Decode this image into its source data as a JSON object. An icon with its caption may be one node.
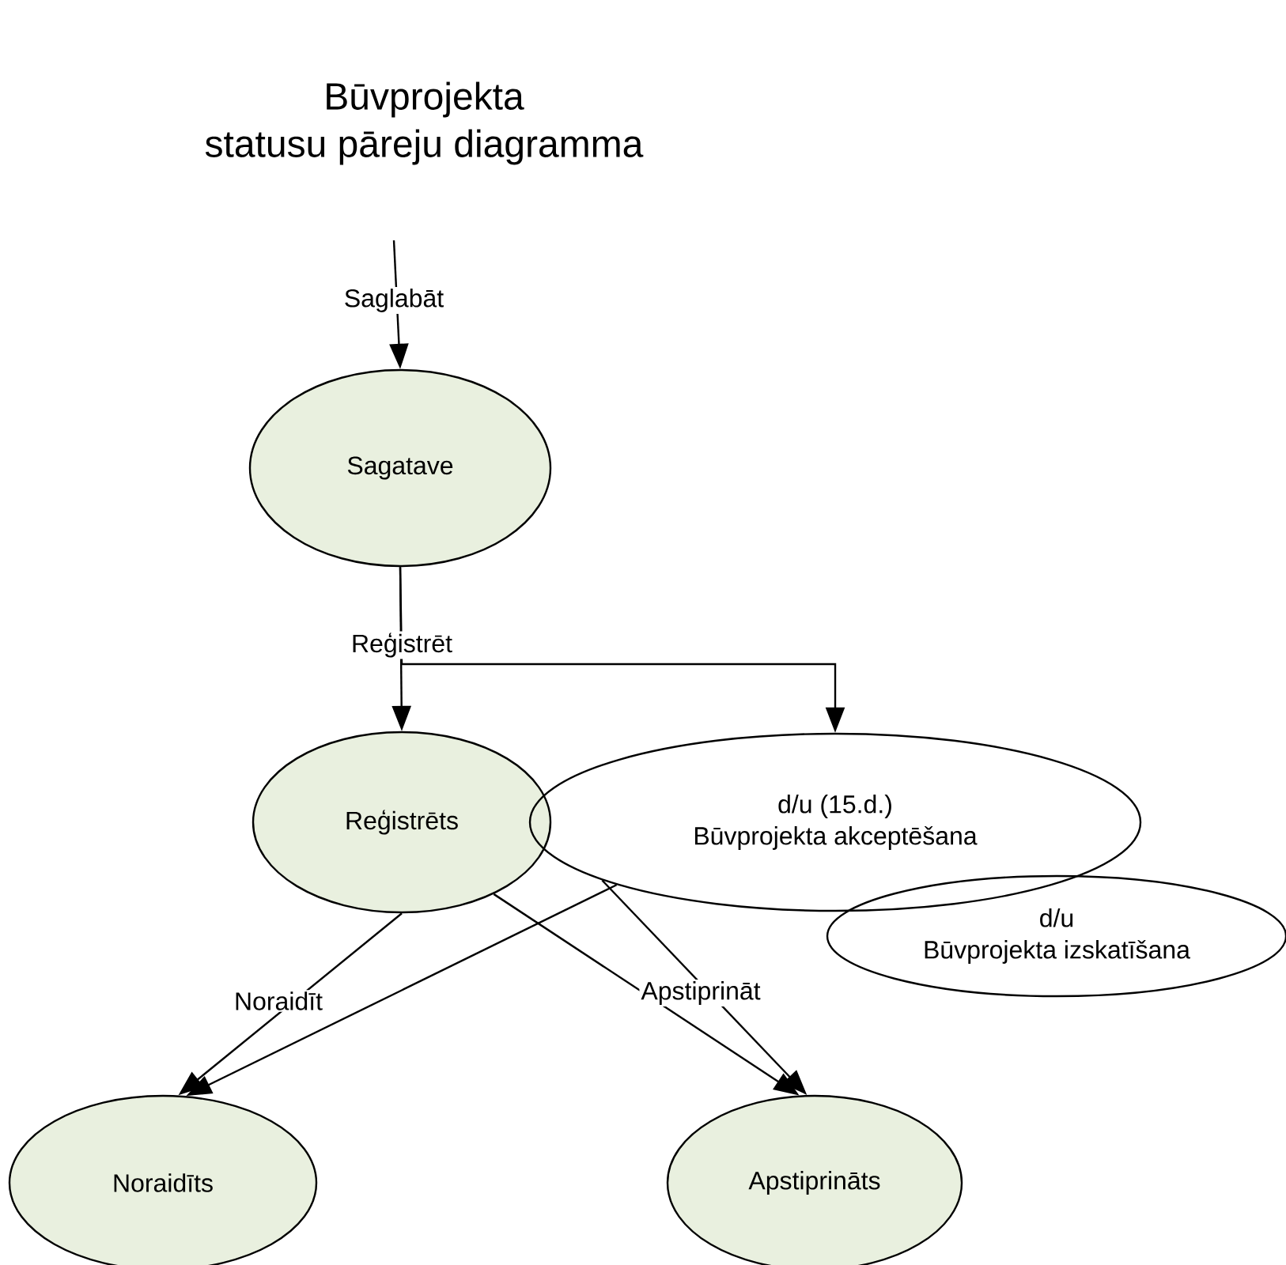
{
  "diagram": {
    "title": "Būvprojekta statusu pāreju diagramma",
    "nodes": [
      {
        "text": [
          "Sagatave"
        ]
      },
      {
        "text": [
          "Reģistrēts"
        ]
      },
      {
        "text": [
          "d/u (15.d.)",
          "Būvprojekta akceptēšana"
        ]
      },
      {
        "text": [
          "d/u",
          "Būvprojekta izskatīšana"
        ]
      },
      {
        "text": [
          "Noraidīts"
        ]
      },
      {
        "text": [
          "Apstiprināts"
        ]
      }
    ],
    "edges": [
      {
        "from": null,
        "to": 0,
        "arrow": "to",
        "label": "Saglabāt"
      },
      {
        "from": 0,
        "to": 1,
        "arrow": "to",
        "label": "Reģistrēt"
      },
      {
        "from": 0,
        "to": 2,
        "arrow": "to"
      },
      {
        "from": 1,
        "to": 4,
        "arrow": "to",
        "label": "Noraidīt"
      },
      {
        "from": 2,
        "to": 4,
        "arrow": "to"
      },
      {
        "from": 1,
        "to": 5,
        "arrow": "to",
        "label": "Apstiprināt"
      },
      {
        "from": 2,
        "to": 5,
        "arrow": "to"
      }
    ]
  }
}
